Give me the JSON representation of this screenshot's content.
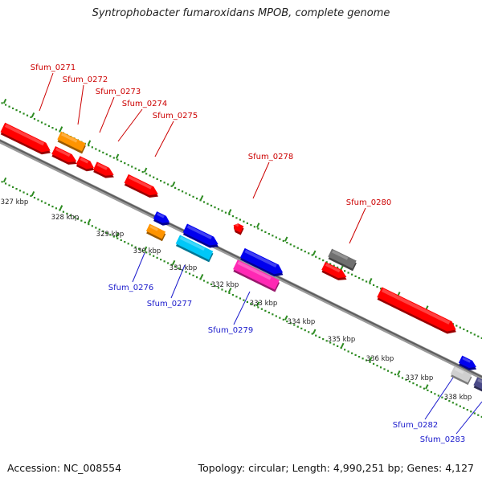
{
  "title": "Syntrophobacter fumaroxidans MPOB, complete genome",
  "footer": {
    "accession": "Accession: NC_008554",
    "summary": "Topology: circular; Length: 4,990,251 bp; Genes: 4,127"
  },
  "colors": {
    "backbone": "#7a7a7a",
    "tick_dots": "#2e8b22",
    "label_forward": "#cc0000",
    "label_reverse": "#1a1acc",
    "red": "#ff0000",
    "orange": "#ff9400",
    "blue": "#0000ee",
    "cyan": "#00c8f8",
    "magenta": "#ff28b4",
    "gray": "#707070",
    "lightgray": "#cfcfcf",
    "slate": "#4a4a88"
  },
  "ruler_ticks": [
    "327 kbp",
    "328 kbp",
    "329 kbp",
    "330 kbp",
    "331 kbp",
    "332 kbp",
    "333 kbp",
    "334 kbp",
    "335 kbp",
    "336 kbp",
    "337 kbp",
    "338 kbp"
  ],
  "gene_labels": [
    "Sfum_0271",
    "Sfum_0272",
    "Sfum_0273",
    "Sfum_0274",
    "Sfum_0275",
    "Sfum_0278",
    "Sfum_0280",
    "Sfum_0276",
    "Sfum_0277",
    "Sfum_0279",
    "Sfum_0282",
    "Sfum_0283"
  ]
}
